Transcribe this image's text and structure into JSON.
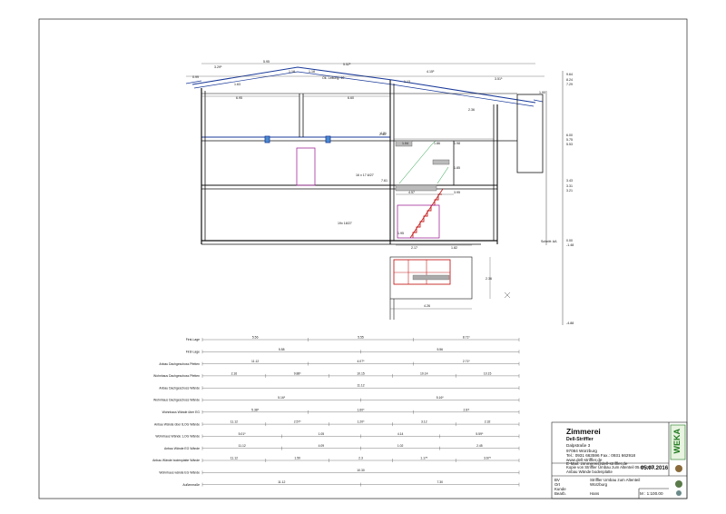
{
  "title_block": {
    "company": "Zimmerei",
    "name": "Dell-Striffler",
    "street": "Dalpstraße 3",
    "city": "97084 Würzburg",
    "phone": "Tel.: 0931 663596  Fax.: 0931 662918",
    "web": "www.dell-striffler.de",
    "email": "E-Mail: zimmerei@dell-striffler.de",
    "project": "Kopie von Striffler Umbau zum Altenteil 05.07.2016",
    "plan": "Anbau Wände bodenplatte",
    "date": "05.07.2016",
    "rows": [
      {
        "label": "BV",
        "value": "Striffler Umbau zum Altenteil"
      },
      {
        "label": "Ort",
        "value": "Würzburg"
      },
      {
        "label": "Kunde",
        "value": ""
      },
      {
        "label": "Bearb.",
        "value": "Hans"
      }
    ],
    "scale": "M : 1:100.00",
    "logo": "WEKA"
  },
  "annotations": {
    "roof_dims": [
      "3.29⁵",
      "5.95",
      "5.52⁵",
      "4.15⁵",
      "3.51⁵"
    ],
    "roof_small": [
      "0.99",
      "1.18",
      "1.18",
      "1.13",
      "1.63",
      "1.90"
    ],
    "heights": [
      "9.64",
      "8.24",
      "7.29",
      "6.00",
      "5.75",
      "5.53",
      "3.43",
      "3.31",
      "3.21",
      "0.00",
      "-1.48",
      "-4.88"
    ],
    "stair_labels": [
      "16 x 17.6/27",
      "19x 18/27",
      "7.61",
      "4.21"
    ],
    "room_text": "Ok. Leitung: 10",
    "wall_dims": [
      "6.95",
      "2.40",
      "6.60",
      "1.04",
      "1.86",
      "1.98",
      "1.85",
      "4.57",
      "3.95",
      "1.95",
      "2.17",
      "1.82",
      "4.26",
      "2.36"
    ],
    "section_label": "Schnitt: AA"
  },
  "dim_rows": [
    {
      "label": "First-Lage",
      "vals": [
        "5.56",
        "5.55",
        "8.71⁵"
      ]
    },
    {
      "label": "First-Lage",
      "vals": [
        "5.58",
        "5.56"
      ]
    },
    {
      "label": "Anbau Dachgeschoss Pfetten",
      "vals": [
        "11.12",
        "4.07⁵",
        "2.71⁵"
      ]
    },
    {
      "label": "Wohnhaus Dachgeschoss Pfetten",
      "vals": [
        "2.16",
        "9.88⁵",
        "10.15",
        "10.14",
        "10.15"
      ]
    },
    {
      "label": "Anbau Dachgeschoss Wände",
      "vals": [
        "11.12"
      ]
    },
    {
      "label": "Wohnhaus Dachgeschoss Wände",
      "vals": [
        "5.16⁵",
        "5.16⁵"
      ]
    },
    {
      "label": "Wohnhaus Wände über EG",
      "vals": [
        "5.38⁵",
        "1.60⁵",
        "2.87"
      ]
    },
    {
      "label": "Anbau Wände über 8,OG Wände",
      "vals": [
        "11.12",
        "2.57⁵",
        "1.20⁵",
        "3.12",
        "2.32"
      ]
    },
    {
      "label": "Wohnhaus Wände 1,OG Wände",
      "vals": [
        "5.01⁵",
        "1.05",
        "4.14",
        "5.59⁵"
      ]
    },
    {
      "label": "Anbau Wände EG Wände",
      "vals": [
        "11.12",
        "4.09",
        "1.02",
        "2.45"
      ]
    },
    {
      "label": "Anbau Wände bodenplatte Wände",
      "vals": [
        "11.12",
        "1.50",
        "2.3",
        "1.17⁵",
        "3.67⁵"
      ]
    },
    {
      "label": "Wohnhaus wände EG Wände",
      "vals": [
        "10.30"
      ]
    },
    {
      "label": "Außenmaße",
      "vals": [
        "11.12",
        "7.30"
      ]
    }
  ]
}
